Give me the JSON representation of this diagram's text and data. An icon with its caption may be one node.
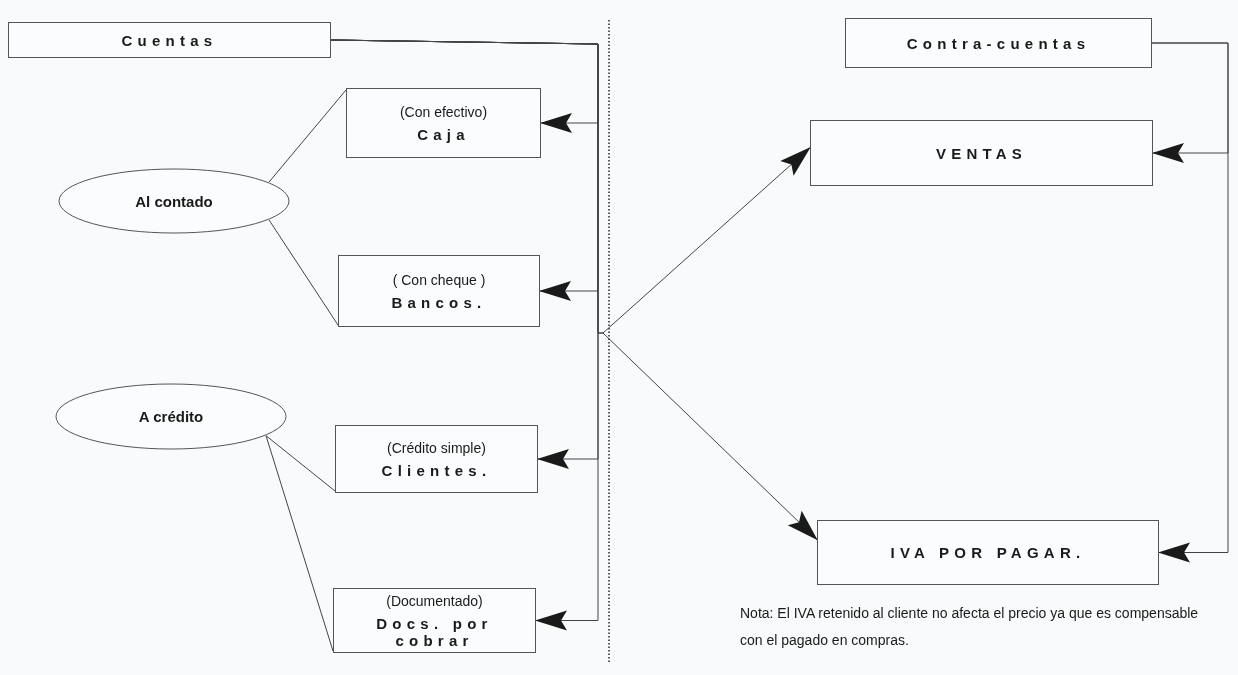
{
  "diagram": {
    "nodes": [
      {
        "text": [
          "Cuentas"
        ]
      },
      {
        "text": [
          "Contra-cuentas"
        ]
      },
      {
        "text": [
          "Al contado"
        ]
      },
      {
        "text": [
          "(Con efectivo)",
          "Caja"
        ]
      },
      {
        "text": [
          "( Con cheque )",
          "Bancos."
        ]
      },
      {
        "text": [
          "VENTAS"
        ]
      },
      {
        "text": [
          "A crédito"
        ]
      },
      {
        "text": [
          "(Crédito simple)",
          "Clientes."
        ]
      },
      {
        "text": [
          "(Documentado)",
          "Docs. por cobrar"
        ]
      },
      {
        "text": [
          "IVA POR PAGAR."
        ]
      }
    ],
    "edges": [
      {
        "from": 0,
        "to": 3,
        "arrow": "to"
      },
      {
        "from": 0,
        "to": 4,
        "arrow": "to"
      },
      {
        "from": 0,
        "to": 7,
        "arrow": "to"
      },
      {
        "from": 0,
        "to": 8,
        "arrow": "to"
      },
      {
        "from": 0,
        "to": 5,
        "arrow": "to"
      },
      {
        "from": 0,
        "to": 9,
        "arrow": "to"
      },
      {
        "from": 1,
        "to": 5,
        "arrow": "to"
      },
      {
        "from": 1,
        "to": 9,
        "arrow": "to"
      },
      {
        "from": 2,
        "to": 3,
        "arrow": "none"
      },
      {
        "from": 2,
        "to": 4,
        "arrow": "none"
      },
      {
        "from": 6,
        "to": 7,
        "arrow": "none"
      },
      {
        "from": 6,
        "to": 8,
        "arrow": "none"
      }
    ],
    "labels": [
      "Nota: El IVA retenido al cliente no afecta el precio ya que es compensable con el pagado en compras."
    ]
  }
}
